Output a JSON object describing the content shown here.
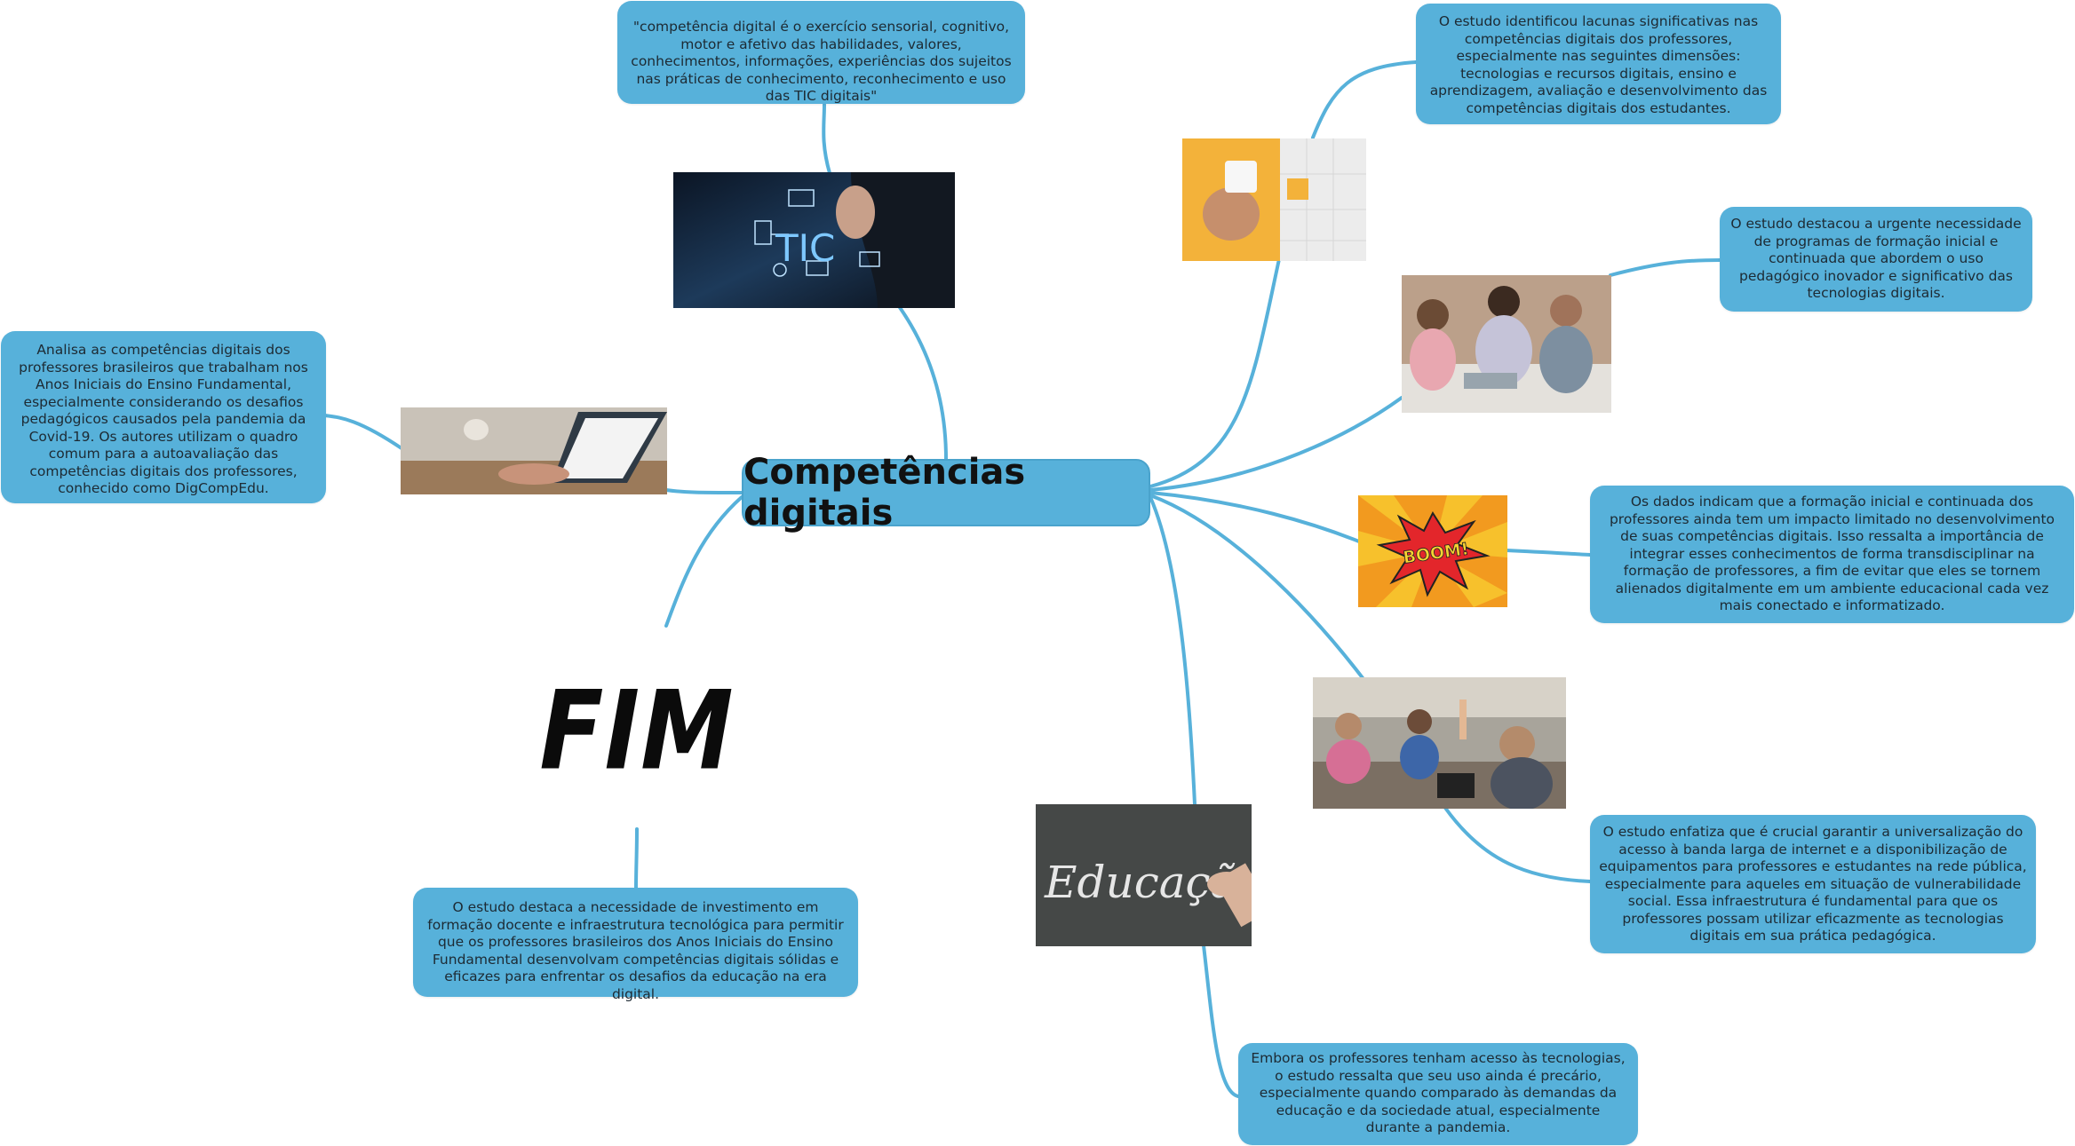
{
  "central": {
    "title": "Competências digitais"
  },
  "nodes": {
    "definition": "\"competência digital é o exercício sensorial, cognitivo, motor e afetivo das habilidades, valores, conhecimentos, informações, experiências dos sujeitos nas práticas de conhecimento, reconhecimento e uso das TIC digitais\"",
    "analysis": "Analisa as competências digitais dos professores brasileiros que trabalham nos Anos Iniciais do Ensino Fundamental, especialmente considerando os desafios pedagógicos causados pela pandemia da Covid-19. Os autores utilizam o quadro comum para a autoavaliação das competências digitais dos professores, conhecido como DigCompEdu.",
    "conclusion": "O estudo destaca a necessidade de investimento em formação docente e infraestrutura tecnológica para permitir que os professores brasileiros dos Anos Iniciais do Ensino Fundamental desenvolvam competências digitais sólidas e eficazes para enfrentar os desafios da educação na era digital.",
    "gaps": "O estudo identificou lacunas significativas nas competências digitais dos professores, especialmente nas seguintes dimensões: tecnologias e recursos digitais, ensino e aprendizagem, avaliação e desenvolvimento das competências digitais dos estudantes.",
    "training": "O estudo destacou a urgente necessidade de programas de formação inicial e continuada que abordem o uso pedagógico inovador e significativo das tecnologias digitais.",
    "impact": "Os dados indicam que a formação inicial e continuada dos professores ainda tem um impacto limitado no desenvolvimento de suas competências digitais. Isso ressalta a importância de integrar esses conhecimentos de forma transdisciplinar na formação de professores, a fim de evitar que eles se tornem alienados digitalmente em um ambiente educacional cada vez mais conectado e informatizado.",
    "universal": "O estudo enfatiza que é crucial garantir a universalização do acesso à banda larga de internet e a disponibilização de equipamentos para professores e estudantes na rede pública, especialmente para aqueles em situação de vulnerabilidade social. Essa infraestrutura é fundamental para que os professores possam utilizar eficazmente as tecnologias digitais em sua prática pedagógica.",
    "precarious": "Embora os professores tenham acesso às tecnologias, o estudo ressalta que seu uso ainda é precário, especialmente quando comparado às demandas da educação e da sociedade atual, especialmente durante a pandemia."
  },
  "images": {
    "tic_label": "TIC",
    "boom_label": "BOOM!",
    "chalk_label": "Educação",
    "fim_label": "FIM"
  },
  "colors": {
    "node": "#57b1da",
    "link": "#57b1da"
  }
}
